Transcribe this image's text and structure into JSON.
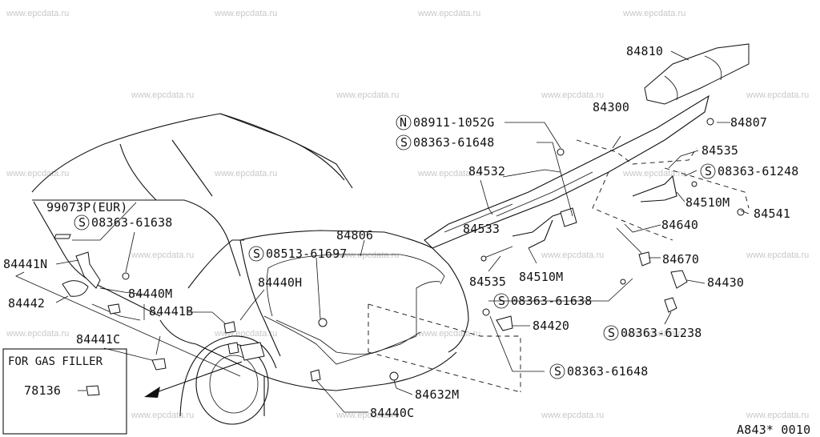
{
  "watermark": "www.epcdata.ru",
  "labels": {
    "p84810": "84810",
    "p84300": "84300",
    "p84807": "84807",
    "p08911_1052G": "08911-1052G",
    "p08363_61648_a": "08363-61648",
    "p84535_a": "84535",
    "p08363_61248": "08363-61248",
    "p84532": "84532",
    "p84510M_a": "84510M",
    "p84541": "84541",
    "p99073P": "99073P(EUR)",
    "p08363_61638_a": "08363-61638",
    "p84533": "84533",
    "p84640": "84640",
    "p84806": "84806",
    "p84441N": "84441N",
    "p08513_61697": "08513-61697",
    "p84670": "84670",
    "p84535_b": "84535",
    "p84510M_b": "84510M",
    "p84440H": "84440H",
    "p84430": "84430",
    "p84442": "84442",
    "p84440M": "84440M",
    "p08363_61638_b": "08363-61638",
    "p84441B": "84441B",
    "p84420": "84420",
    "p08363_61238": "08363-61238",
    "p84441C": "84441C",
    "p08363_61648_b": "08363-61648",
    "gas_filler_title": "FOR GAS FILLER",
    "p78136": "78136",
    "p84632M": "84632M",
    "p84440C": "84440C",
    "diagram_code": "A843* 0010"
  },
  "prefixes": {
    "S": "S",
    "N": "N"
  }
}
